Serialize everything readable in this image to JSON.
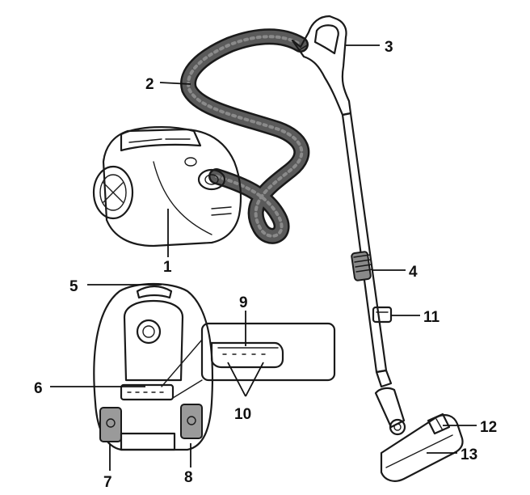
{
  "callouts": {
    "c1": "1",
    "c2": "2",
    "c3": "3",
    "c4": "4",
    "c5": "5",
    "c6": "6",
    "c7": "7",
    "c8": "8",
    "c9": "9",
    "c10": "10",
    "c11": "11",
    "c12": "12",
    "c13": "13"
  },
  "colors": {
    "line": "#1a1a1a",
    "hose": "#5a5a5a",
    "panel": "#9a9a9a",
    "background": "#ffffff"
  }
}
